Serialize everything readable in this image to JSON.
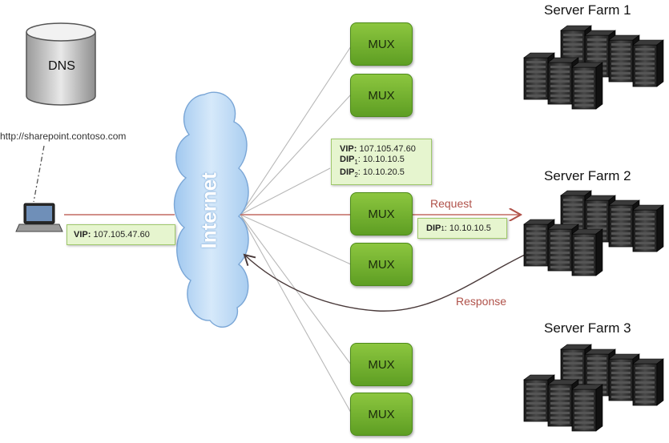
{
  "dns": {
    "label": "DNS"
  },
  "url": "http://sharepoint.contoso.com",
  "internet": {
    "label": "Internet"
  },
  "client_callout": {
    "key": "VIP:",
    "value": "107.105.47.60"
  },
  "mux_callout": {
    "vip_key": "VIP:",
    "vip_value": "107.105.47.60",
    "dip1_key": "DIP",
    "dip1_sub": "1",
    "dip1_value": ": 10.10.10.5",
    "dip2_key": "DIP",
    "dip2_sub": "2",
    "dip2_value": ": 10.10.20.5"
  },
  "dip_callout": {
    "key": "DIP",
    "sub": "1",
    "value": ": 10.10.10.5"
  },
  "flows": {
    "request": "Request",
    "response": "Response"
  },
  "mux_label": "MUX",
  "muxes": [
    "MUX",
    "MUX",
    "MUX",
    "MUX",
    "MUX",
    "MUX"
  ],
  "farms": [
    {
      "title": "Server Farm 1"
    },
    {
      "title": "Server Farm 2"
    },
    {
      "title": "Server Farm 3"
    }
  ],
  "colors": {
    "mux_green": "#6fae2e",
    "callout_bg": "#e6f5cf",
    "cloud_blue": "#b9d8f3",
    "flow_red": "#b0524a"
  }
}
